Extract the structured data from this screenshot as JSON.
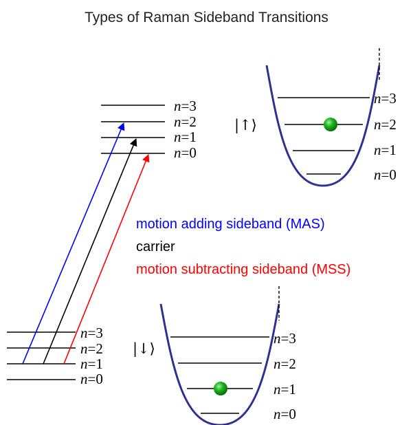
{
  "title": "Types of Raman Sideband Transitions",
  "colors": {
    "mas": "#0000ff",
    "carrier": "#000000",
    "mss": "#ff0000",
    "well": "#2e3192",
    "ion": "#1fb51f"
  },
  "upper_state": {
    "ket": "|↑⟩",
    "levels": [
      {
        "n_var": "n",
        "eq": "=3"
      },
      {
        "n_var": "n",
        "eq": "=2"
      },
      {
        "n_var": "n",
        "eq": "=1"
      },
      {
        "n_var": "n",
        "eq": "=0"
      }
    ]
  },
  "lower_state": {
    "ket": "|↓⟩",
    "levels": [
      {
        "n_var": "n",
        "eq": "=3"
      },
      {
        "n_var": "n",
        "eq": "=2"
      },
      {
        "n_var": "n",
        "eq": "=1"
      },
      {
        "n_var": "n",
        "eq": "=0"
      }
    ]
  },
  "upper_ladder_levels": [
    {
      "n_var": "n",
      "eq": "=3"
    },
    {
      "n_var": "n",
      "eq": "=2"
    },
    {
      "n_var": "n",
      "eq": "=1"
    },
    {
      "n_var": "n",
      "eq": "=0"
    }
  ],
  "lower_ladder_levels": [
    {
      "n_var": "n",
      "eq": "=3"
    },
    {
      "n_var": "n",
      "eq": "=2"
    },
    {
      "n_var": "n",
      "eq": "=1"
    },
    {
      "n_var": "n",
      "eq": "=0"
    }
  ],
  "legend": {
    "mas": "motion adding sideband (MAS)",
    "carrier": "carrier",
    "mss": "motion subtracting sideband (MSS)"
  },
  "upper_well_ion_level": 2,
  "lower_well_ion_level": 1
}
